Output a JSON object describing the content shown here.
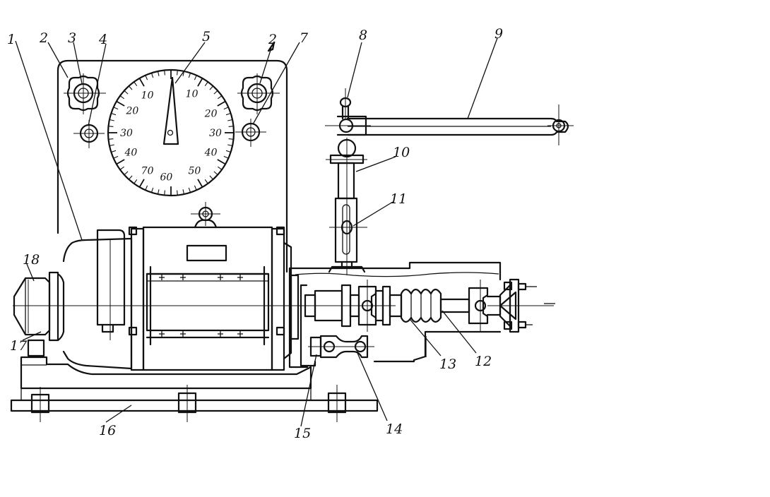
{
  "diagram": {
    "callouts": [
      "1",
      "2",
      "3",
      "4",
      "5",
      "2",
      "7",
      "8",
      "9",
      "10",
      "11",
      "12",
      "13",
      "14",
      "15",
      "16",
      "17",
      "18"
    ],
    "dial": {
      "right_scale": [
        "10",
        "20",
        "30",
        "40",
        "50"
      ],
      "left_scale": [
        "10",
        "20",
        "30",
        "40"
      ],
      "bottom_scale": [
        "70",
        "60"
      ]
    }
  }
}
